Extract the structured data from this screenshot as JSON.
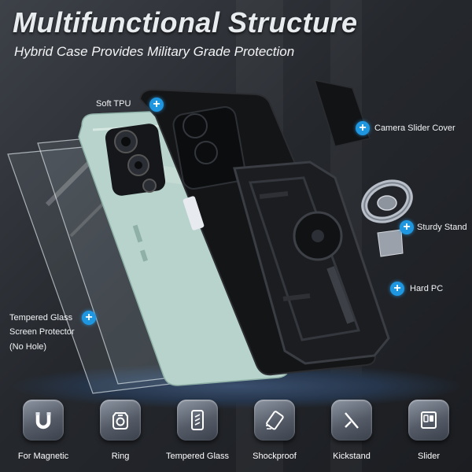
{
  "header": {
    "title": "Multifunctional Structure",
    "subtitle": "Hybrid Case Provides Military Grade Protection"
  },
  "callouts": {
    "soft_tpu": "Soft TPU",
    "camera_slider_cover": "Camera Slider Cover",
    "sturdy_stand": "Sturdy Stand",
    "hard_pc": "Hard PC",
    "tempered_glass": [
      "Tempered Glass",
      "Screen Protector",
      "(No Hole)"
    ]
  },
  "features": [
    {
      "label": "For Magnetic",
      "icon": "magnet-icon"
    },
    {
      "label": "Ring",
      "icon": "ring-icon"
    },
    {
      "label": "Tempered Glass",
      "icon": "glass-icon"
    },
    {
      "label": "Shockproof",
      "icon": "shockproof-icon"
    },
    {
      "label": "Kickstand",
      "icon": "kickstand-icon"
    },
    {
      "label": "Slider",
      "icon": "slider-icon"
    }
  ],
  "colors": {
    "accent": "#1e97e0",
    "background": "#25282d",
    "phone_body": "#b7d3cb",
    "case": "#141517"
  }
}
